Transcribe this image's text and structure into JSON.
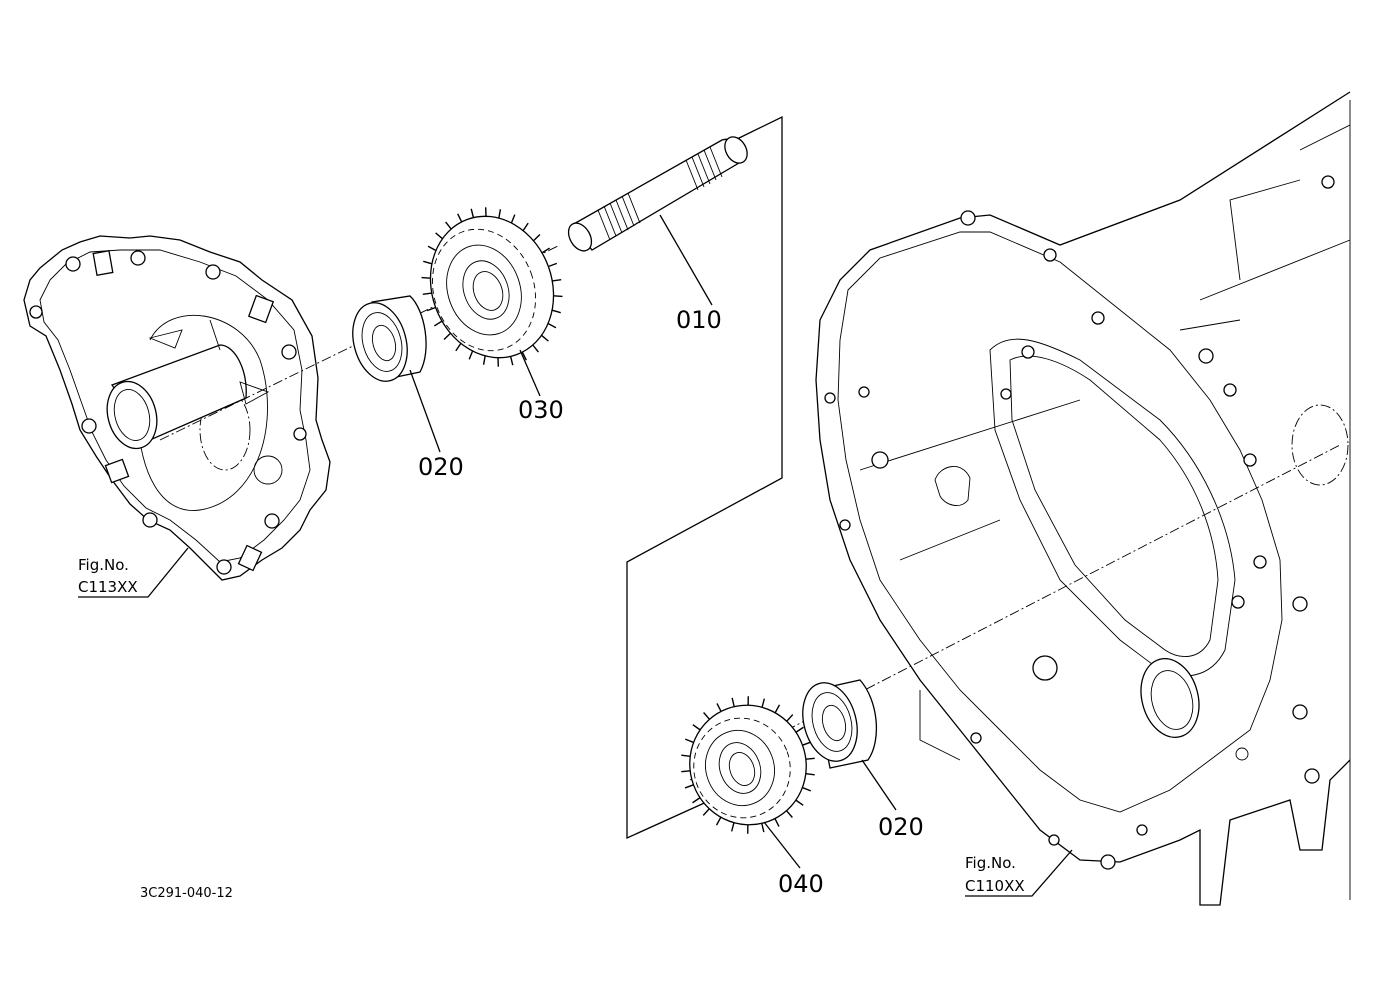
{
  "callouts": [
    {
      "id": "shaft",
      "label": "010"
    },
    {
      "id": "bearing-upper",
      "label": "020"
    },
    {
      "id": "gear-upper",
      "label": "030"
    },
    {
      "id": "bearing-lower",
      "label": "020"
    },
    {
      "id": "gear-lower",
      "label": "040"
    }
  ],
  "figure_refs": {
    "left": {
      "line1": "Fig.No.",
      "line2": "C113XX"
    },
    "right": {
      "line1": "Fig.No.",
      "line2": "C110XX"
    }
  },
  "document_id": "3C291-040-12",
  "colors": {
    "ink": "#000000",
    "paper": "#ffffff"
  }
}
